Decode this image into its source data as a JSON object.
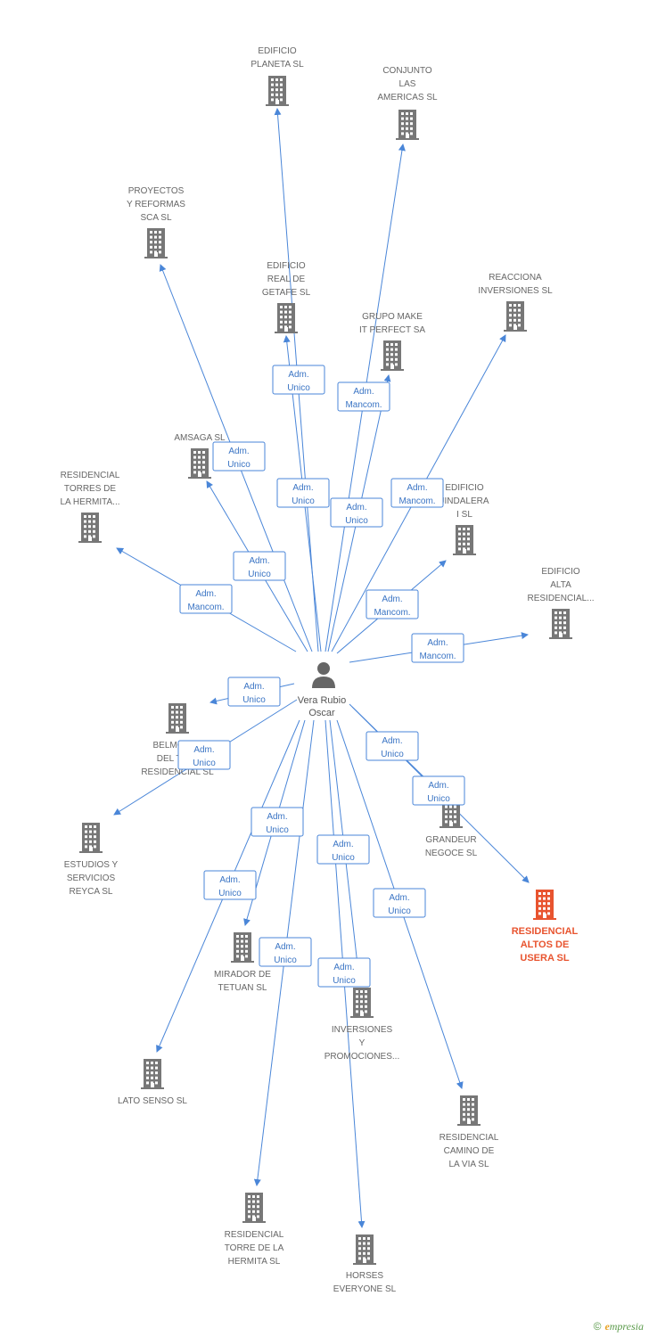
{
  "colors": {
    "edge": "#4a86d8",
    "building": "#777777",
    "highlight": "#e8542f",
    "person": "#666666"
  },
  "center": {
    "name_line1": "Vera Rubio",
    "name_line2": "Oscar",
    "icon": "person-icon"
  },
  "nodes": [
    {
      "id": "edificio-planeta",
      "lines": [
        "EDIFICIO",
        "PLANETA SL"
      ],
      "icon": "building-icon"
    },
    {
      "id": "conjunto-las-americas",
      "lines": [
        "CONJUNTO",
        "LAS",
        "AMERICAS SL"
      ],
      "icon": "building-icon"
    },
    {
      "id": "proyectos-reformas-sca",
      "lines": [
        "PROYECTOS",
        "Y REFORMAS",
        "SCA SL"
      ],
      "icon": "building-icon"
    },
    {
      "id": "edificio-real-getafe",
      "lines": [
        "EDIFICIO",
        "REAL DE",
        "GETAFE SL"
      ],
      "icon": "building-icon"
    },
    {
      "id": "reacciona-inversiones",
      "lines": [
        "REACCIONA",
        "INVERSIONES SL"
      ],
      "icon": "building-icon"
    },
    {
      "id": "grupo-make-it-perfect",
      "lines": [
        "GRUPO MAKE",
        "IT PERFECT SA"
      ],
      "icon": "building-icon"
    },
    {
      "id": "amsaga",
      "lines": [
        "AMSAGA SL"
      ],
      "icon": "building-icon"
    },
    {
      "id": "residencial-torres-hermita",
      "lines": [
        "RESIDENCIAL",
        "TORRES DE",
        "LA HERMITA..."
      ],
      "icon": "building-icon"
    },
    {
      "id": "edificio-jindalera",
      "lines": [
        "EDIFICIO",
        "JINDALERA",
        "I SL"
      ],
      "icon": "building-icon"
    },
    {
      "id": "edificio-alta-residencial",
      "lines": [
        "EDIFICIO",
        "ALTA",
        "RESIDENCIAL..."
      ],
      "icon": "building-icon"
    },
    {
      "id": "belmonte-tajo",
      "lines": [
        "BELMONTE",
        "DEL TAJO",
        "RESIDENCIAL SL"
      ],
      "icon": "building-icon"
    },
    {
      "id": "estudios-servicios-reyca",
      "lines": [
        "ESTUDIOS Y",
        "SERVICIOS",
        "REYCA SL"
      ],
      "icon": "building-icon"
    },
    {
      "id": "grandeur-negoce",
      "lines": [
        "GRANDEUR",
        "NEGOCE SL"
      ],
      "icon": "building-icon"
    },
    {
      "id": "residencial-altos-usera",
      "lines": [
        "RESIDENCIAL",
        "ALTOS DE",
        "USERA SL"
      ],
      "icon": "building-icon",
      "highlight": true
    },
    {
      "id": "mirador-tetuan",
      "lines": [
        "MIRADOR DE",
        "TETUAN SL"
      ],
      "icon": "building-icon"
    },
    {
      "id": "inversiones-promociones",
      "lines": [
        "INVERSIONES",
        "Y",
        "PROMOCIONES..."
      ],
      "icon": "building-icon"
    },
    {
      "id": "lato-senso",
      "lines": [
        "LATO SENSO SL"
      ],
      "icon": "building-icon"
    },
    {
      "id": "residencial-camino-via",
      "lines": [
        "RESIDENCIAL",
        "CAMINO DE",
        "LA VIA SL"
      ],
      "icon": "building-icon"
    },
    {
      "id": "residencial-torre-hermita",
      "lines": [
        "RESIDENCIAL",
        "TORRE DE LA",
        "HERMITA SL"
      ],
      "icon": "building-icon"
    },
    {
      "id": "horses-everyone",
      "lines": [
        "HORSES",
        "EVERYONE SL"
      ],
      "icon": "building-icon"
    }
  ],
  "edges": [
    {
      "target": "edificio-planeta",
      "label": [
        "Adm.",
        "Unico"
      ]
    },
    {
      "target": "conjunto-las-americas",
      "label": [
        "Adm.",
        "Unico"
      ]
    },
    {
      "target": "proyectos-reformas-sca",
      "label": [
        "Adm.",
        "Unico"
      ]
    },
    {
      "target": "edificio-real-getafe",
      "label": [
        "Adm.",
        "Unico"
      ]
    },
    {
      "target": "grupo-make-it-perfect",
      "label": [
        "Adm.",
        "Mancom."
      ]
    },
    {
      "target": "reacciona-inversiones",
      "label": [
        "Adm.",
        "Mancom."
      ]
    },
    {
      "target": "amsaga",
      "label": [
        "Adm.",
        "Unico"
      ]
    },
    {
      "target": "residencial-torres-hermita",
      "label": [
        "Adm.",
        "Mancom."
      ]
    },
    {
      "target": "edificio-jindalera",
      "label": [
        "Adm.",
        "Mancom."
      ]
    },
    {
      "target": "edificio-alta-residencial",
      "label": [
        "Adm.",
        "Mancom."
      ]
    },
    {
      "target": "belmonte-tajo",
      "label": [
        "Adm.",
        "Unico"
      ]
    },
    {
      "target": "estudios-servicios-reyca",
      "label": [
        "Adm.",
        "Unico"
      ]
    },
    {
      "target": "grandeur-negoce",
      "label": [
        "Adm.",
        "Unico"
      ]
    },
    {
      "target": "residencial-altos-usera",
      "label": [
        "Adm.",
        "Unico"
      ]
    },
    {
      "target": "mirador-tetuan",
      "label": [
        "Adm.",
        "Unico"
      ]
    },
    {
      "target": "inversiones-promociones",
      "label": [
        "Adm.",
        "Unico"
      ]
    },
    {
      "target": "lato-senso",
      "label": [
        "Adm.",
        "Unico"
      ]
    },
    {
      "target": "residencial-camino-via",
      "label": [
        "Adm.",
        "Unico"
      ]
    },
    {
      "target": "residencial-torre-hermita",
      "label": [
        "Adm.",
        "Unico"
      ]
    },
    {
      "target": "horses-everyone",
      "label": [
        "Adm.",
        "Unico"
      ]
    }
  ],
  "footer": {
    "copyright": "©",
    "brand_initial": "e",
    "brand_rest": "mpresia"
  }
}
